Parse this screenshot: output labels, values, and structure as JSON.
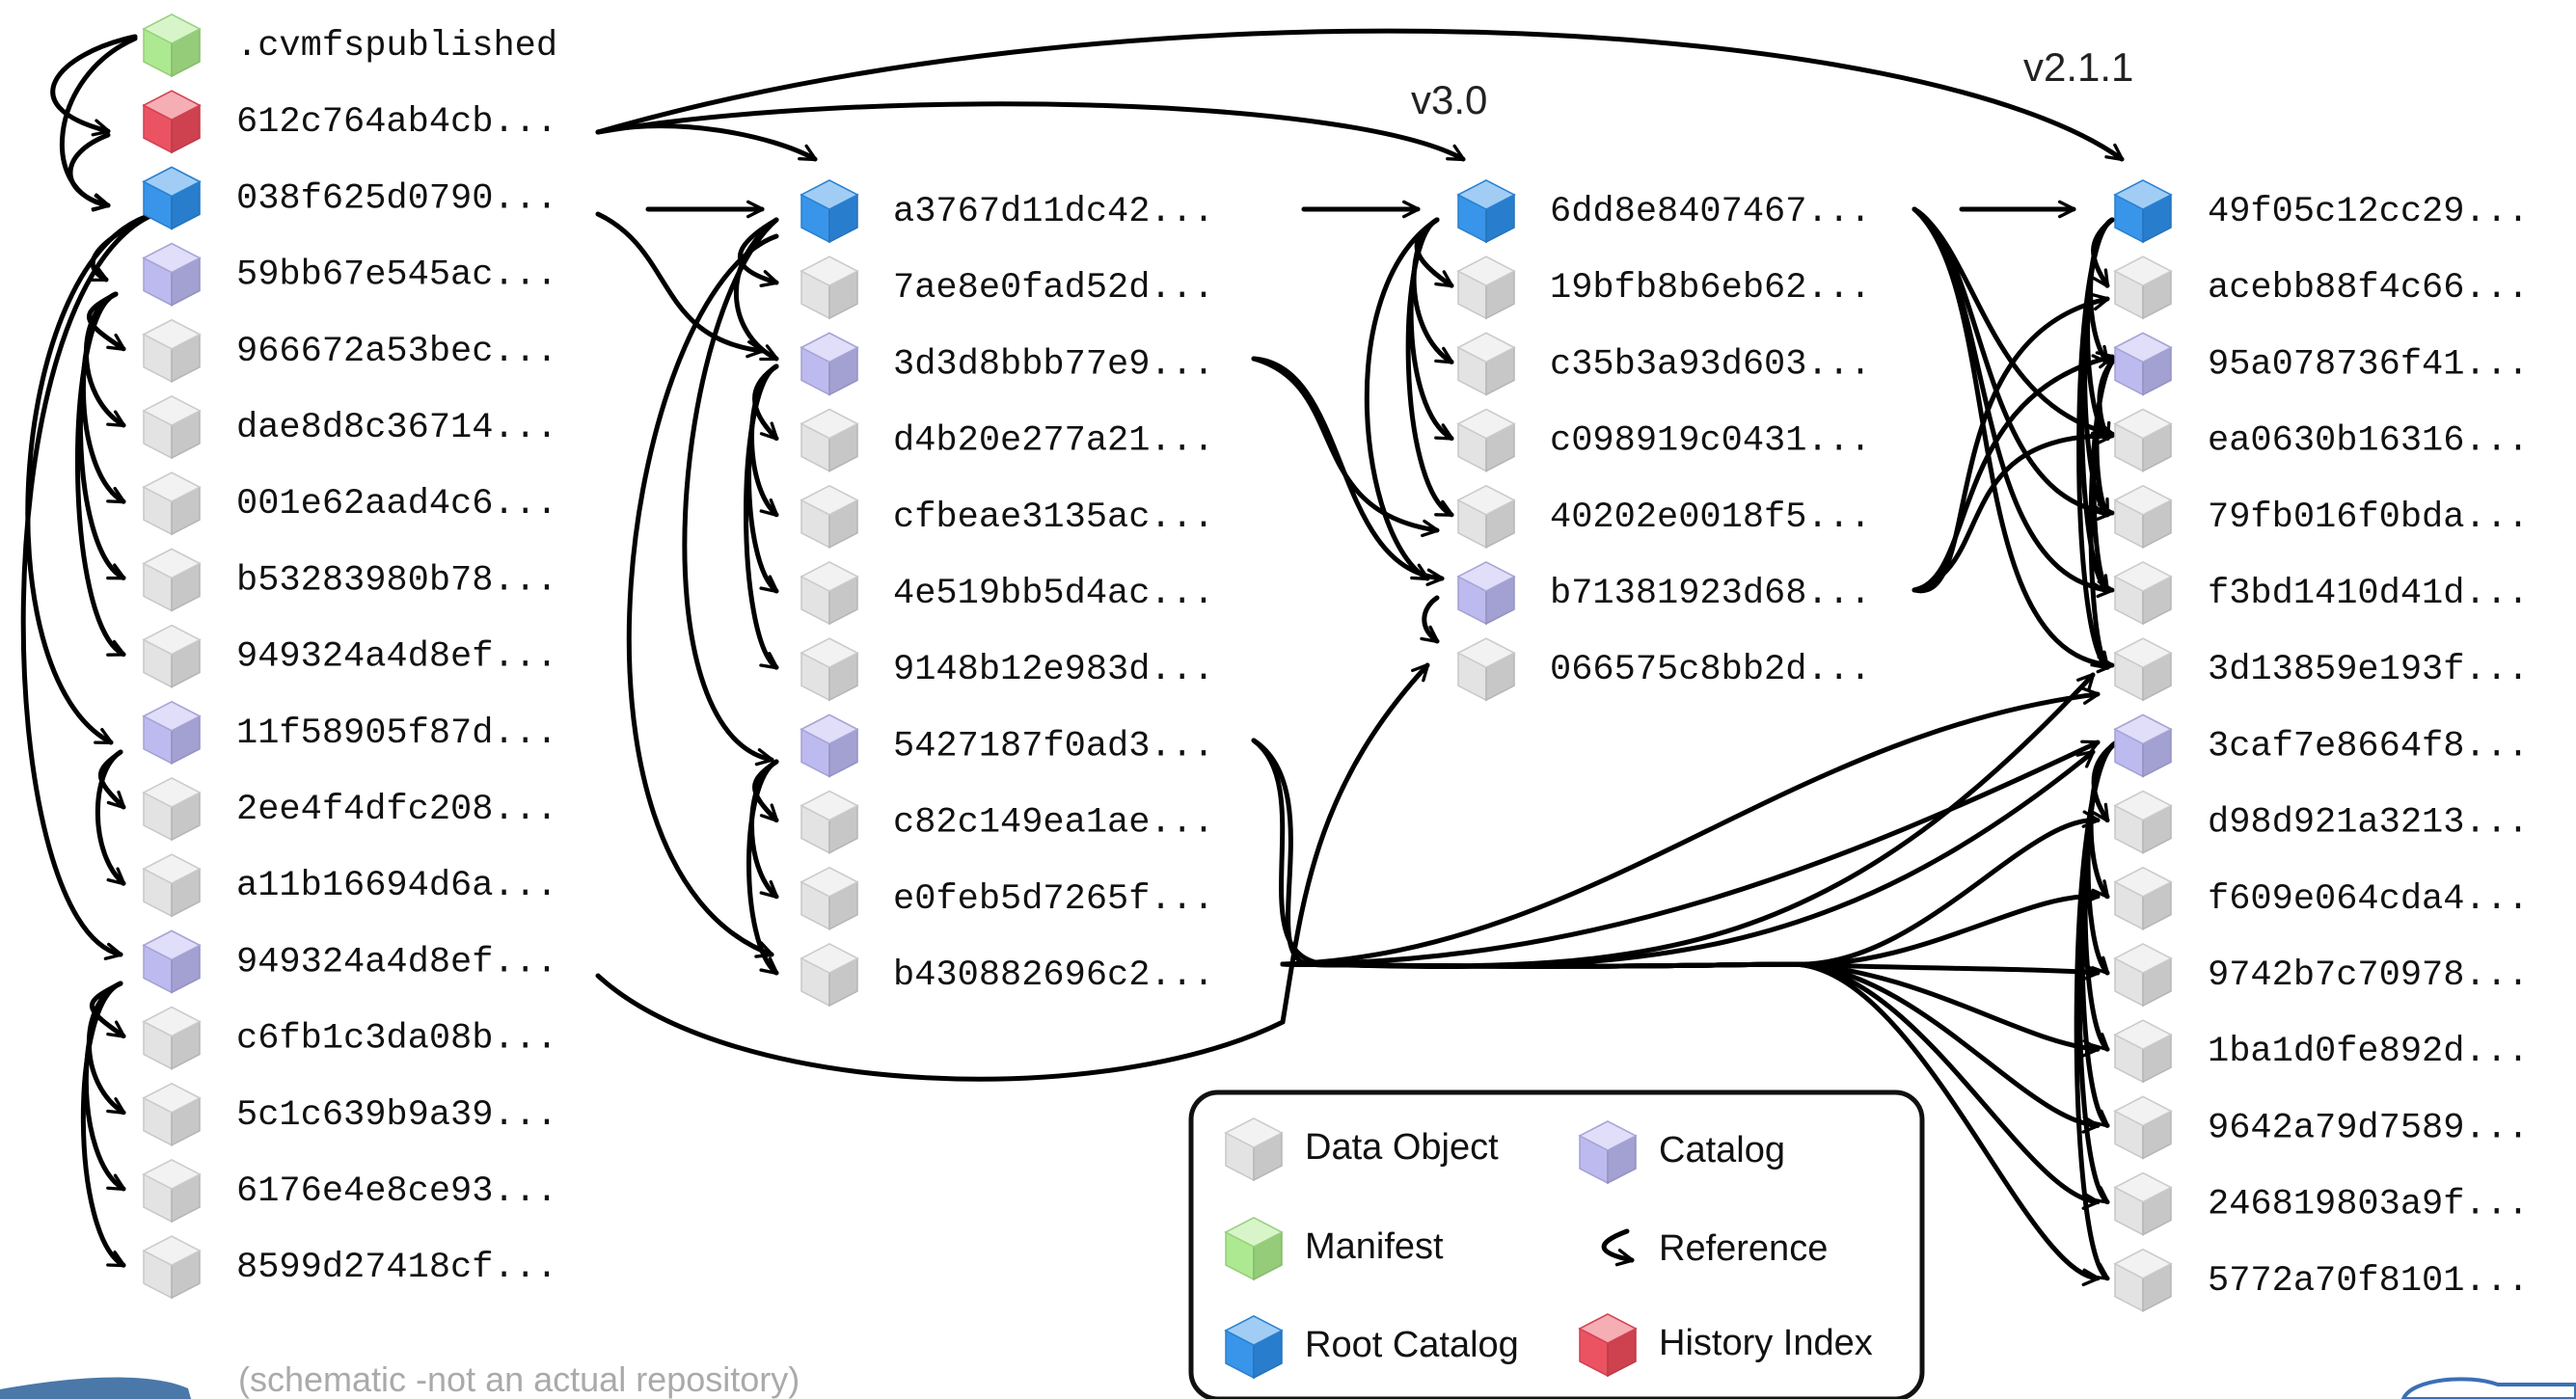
{
  "colors": {
    "data": "#e2e2e2",
    "catalog": "#b9b6ef",
    "root": "#2e8fe8",
    "manifest": "#a8e88a",
    "history": "#ea4a5a"
  },
  "columns": [
    {
      "objects": [
        {
          "id": ".cvmfspublished",
          "type": "manifest"
        },
        {
          "id": "612c764ab4cb...",
          "type": "history"
        },
        {
          "id": "038f625d0790...",
          "type": "root"
        },
        {
          "id": "59bb67e545ac...",
          "type": "catalog"
        },
        {
          "id": "966672a53bec...",
          "type": "data"
        },
        {
          "id": "dae8d8c36714...",
          "type": "data"
        },
        {
          "id": "001e62aad4c6...",
          "type": "data"
        },
        {
          "id": "b53283980b78...",
          "type": "data"
        },
        {
          "id": "949324a4d8ef...",
          "type": "data"
        },
        {
          "id": "11f58905f87d...",
          "type": "catalog"
        },
        {
          "id": "2ee4f4dfc208...",
          "type": "data"
        },
        {
          "id": "a11b16694d6a...",
          "type": "data"
        },
        {
          "id": "949324a4d8ef...",
          "type": "catalog"
        },
        {
          "id": "c6fb1c3da08b...",
          "type": "data"
        },
        {
          "id": "5c1c639b9a39...",
          "type": "data"
        },
        {
          "id": "6176e4e8ce93...",
          "type": "data"
        },
        {
          "id": "8599d27418cf...",
          "type": "data"
        }
      ]
    },
    {
      "objects": [
        {
          "id": "a3767d11dc42...",
          "type": "root"
        },
        {
          "id": "7ae8e0fad52d...",
          "type": "data"
        },
        {
          "id": "3d3d8bbb77e9...",
          "type": "catalog"
        },
        {
          "id": "d4b20e277a21...",
          "type": "data"
        },
        {
          "id": "cfbeae3135ac...",
          "type": "data"
        },
        {
          "id": "4e519bb5d4ac...",
          "type": "data"
        },
        {
          "id": "9148b12e983d...",
          "type": "data"
        },
        {
          "id": "5427187f0ad3...",
          "type": "catalog"
        },
        {
          "id": "c82c149ea1ae...",
          "type": "data"
        },
        {
          "id": "e0feb5d7265f...",
          "type": "data"
        },
        {
          "id": "b430882696c2...",
          "type": "data"
        }
      ]
    },
    {
      "label": "v3.0",
      "objects": [
        {
          "id": "6dd8e8407467...",
          "type": "root"
        },
        {
          "id": "19bfb8b6eb62...",
          "type": "data"
        },
        {
          "id": "c35b3a93d603...",
          "type": "data"
        },
        {
          "id": "c098919c0431...",
          "type": "data"
        },
        {
          "id": "40202e0018f5...",
          "type": "data"
        },
        {
          "id": "b71381923d68...",
          "type": "catalog"
        },
        {
          "id": "066575c8bb2d...",
          "type": "data"
        }
      ]
    },
    {
      "label": "v2.1.1",
      "objects": [
        {
          "id": "49f05c12cc29...",
          "type": "root"
        },
        {
          "id": "acebb88f4c66...",
          "type": "data"
        },
        {
          "id": "95a078736f41...",
          "type": "catalog"
        },
        {
          "id": "ea0630b16316...",
          "type": "data"
        },
        {
          "id": "79fb016f0bda...",
          "type": "data"
        },
        {
          "id": "f3bd1410d41d...",
          "type": "data"
        },
        {
          "id": "3d13859e193f...",
          "type": "data"
        },
        {
          "id": "3caf7e8664f8...",
          "type": "catalog"
        },
        {
          "id": "d98d921a3213...",
          "type": "data"
        },
        {
          "id": "f609e064cda4...",
          "type": "data"
        },
        {
          "id": "9742b7c70978...",
          "type": "data"
        },
        {
          "id": "1ba1d0fe892d...",
          "type": "data"
        },
        {
          "id": "9642a79d7589...",
          "type": "data"
        },
        {
          "id": "246819803a9f...",
          "type": "data"
        },
        {
          "id": "5772a70f8101...",
          "type": "data"
        }
      ]
    }
  ],
  "legend": {
    "items": [
      {
        "label": "Data Object",
        "type": "data"
      },
      {
        "label": "Catalog",
        "type": "catalog"
      },
      {
        "label": "Manifest",
        "type": "manifest"
      },
      {
        "label": "Reference",
        "type": "reference"
      },
      {
        "label": "Root Catalog",
        "type": "root"
      },
      {
        "label": "History Index",
        "type": "history"
      }
    ]
  },
  "caption": "(schematic -not an actual repository)"
}
